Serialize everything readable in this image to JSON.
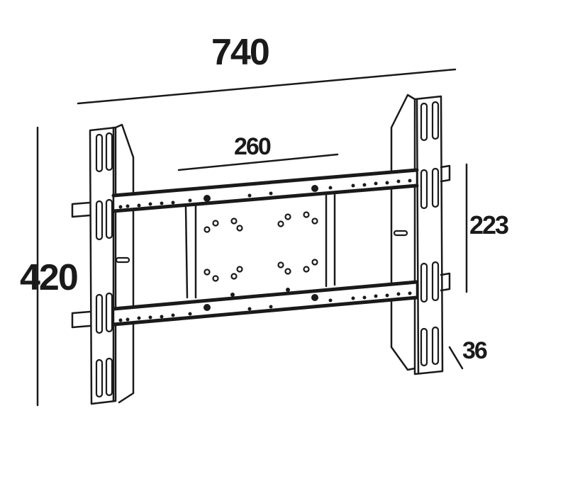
{
  "diagram": {
    "subject": "TV wall mount bracket",
    "units": "mm",
    "line_color": "#1a1a1a",
    "background": "#ffffff",
    "dimensions": {
      "overall_width": "740",
      "overall_height": "420",
      "inner_width": "260",
      "rail_spacing": "223",
      "depth": "36"
    }
  }
}
